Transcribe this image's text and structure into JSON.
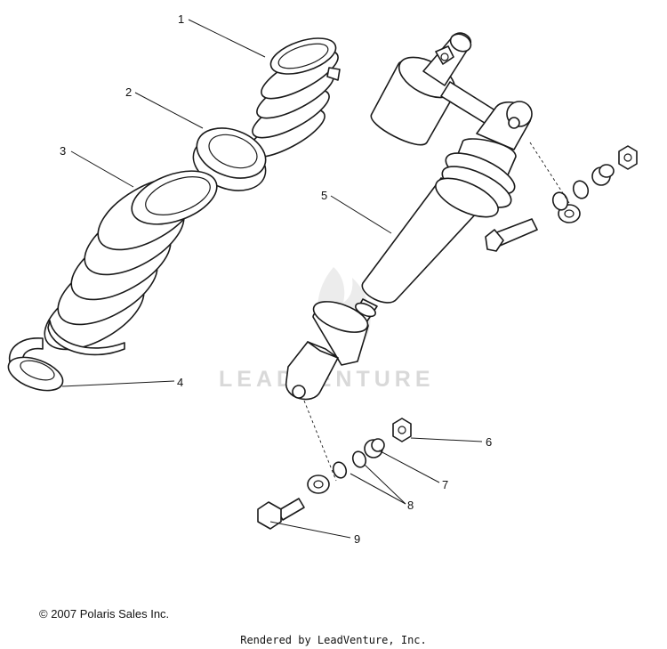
{
  "watermark": {
    "brand": "LEADVENTURE"
  },
  "callouts": [
    "1",
    "2",
    "3",
    "4",
    "5",
    "6",
    "7",
    "8",
    "9"
  ],
  "footer": {
    "copyright": "© 2007 Polaris Sales Inc.",
    "rendered_by": "Rendered by LeadVenture, Inc."
  }
}
